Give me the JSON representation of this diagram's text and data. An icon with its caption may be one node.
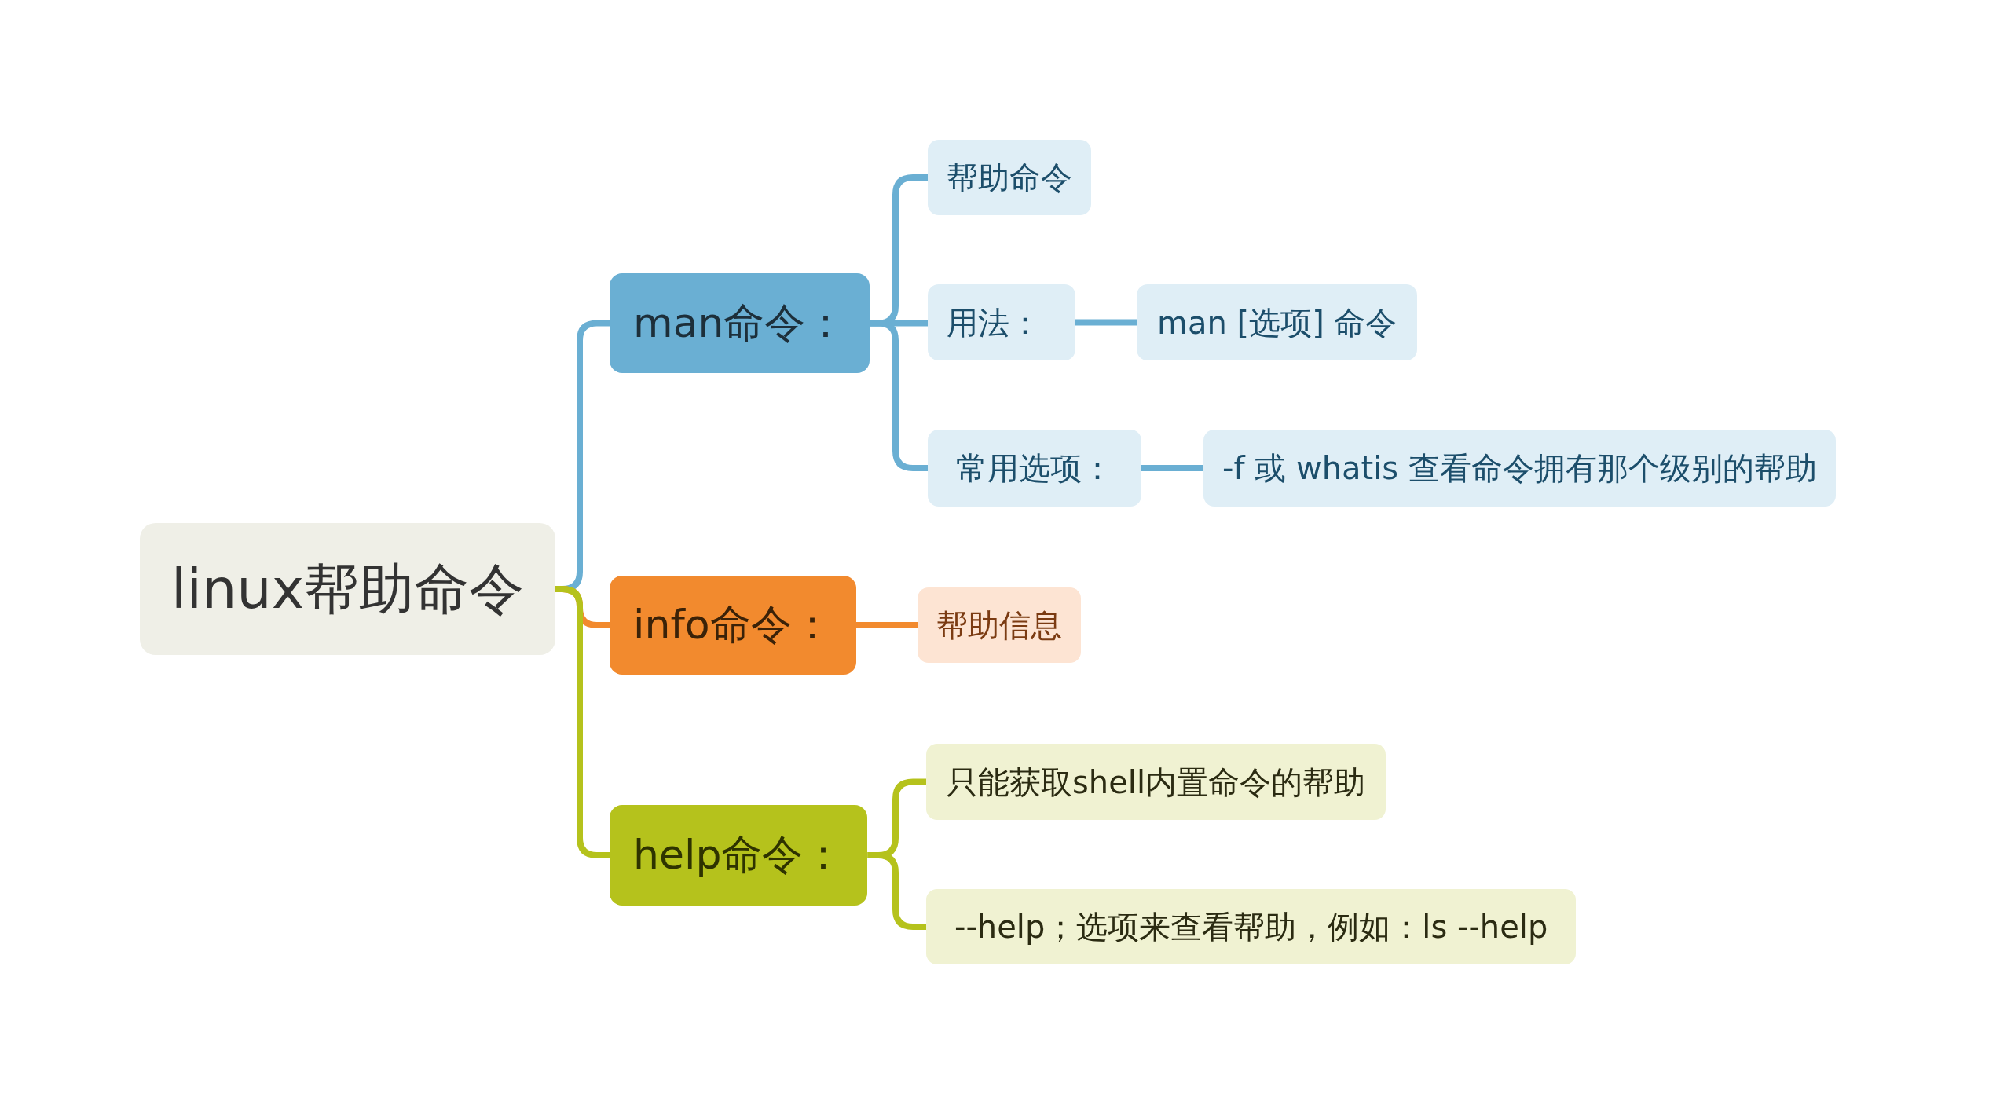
{
  "diagram": {
    "nodes": [
      {
        "text": [
          "linux帮助命令"
        ]
      },
      {
        "text": [
          "man命令："
        ]
      },
      {
        "text": [
          "帮助命令"
        ]
      },
      {
        "text": [
          "用法："
        ]
      },
      {
        "text": [
          "man [选项] 命令"
        ]
      },
      {
        "text": [
          "常用选项："
        ]
      },
      {
        "text": [
          "-f 或 whatis 查看命令拥有那个级别的帮助"
        ]
      },
      {
        "text": [
          "info命令："
        ]
      },
      {
        "text": [
          "帮助信息"
        ]
      },
      {
        "text": [
          "help命令："
        ]
      },
      {
        "text": [
          "只能获取shell内置命令的帮助"
        ]
      },
      {
        "text": [
          "--help；选项来查看帮助，例如：ls --help"
        ]
      }
    ],
    "edges": [
      {
        "from": 0,
        "to": 1,
        "arrow": "none"
      },
      {
        "from": 0,
        "to": 7,
        "arrow": "none",
        "color": "#f28a2e"
      },
      {
        "from": 0,
        "to": 9,
        "arrow": "none",
        "color": "#b5c21c"
      },
      {
        "from": 1,
        "to": 2,
        "arrow": "none"
      },
      {
        "from": 1,
        "to": 3,
        "arrow": "none"
      },
      {
        "from": 1,
        "to": 5,
        "arrow": "none"
      },
      {
        "from": 3,
        "to": 4,
        "arrow": "none"
      },
      {
        "from": 5,
        "to": 6,
        "arrow": "none"
      },
      {
        "from": 7,
        "to": 8,
        "arrow": "none",
        "color": "#f28a2e"
      },
      {
        "from": 9,
        "to": 10,
        "arrow": "none",
        "color": "#b5c21c"
      },
      {
        "from": 9,
        "to": 11,
        "arrow": "none",
        "color": "#b5c21c"
      }
    ]
  }
}
